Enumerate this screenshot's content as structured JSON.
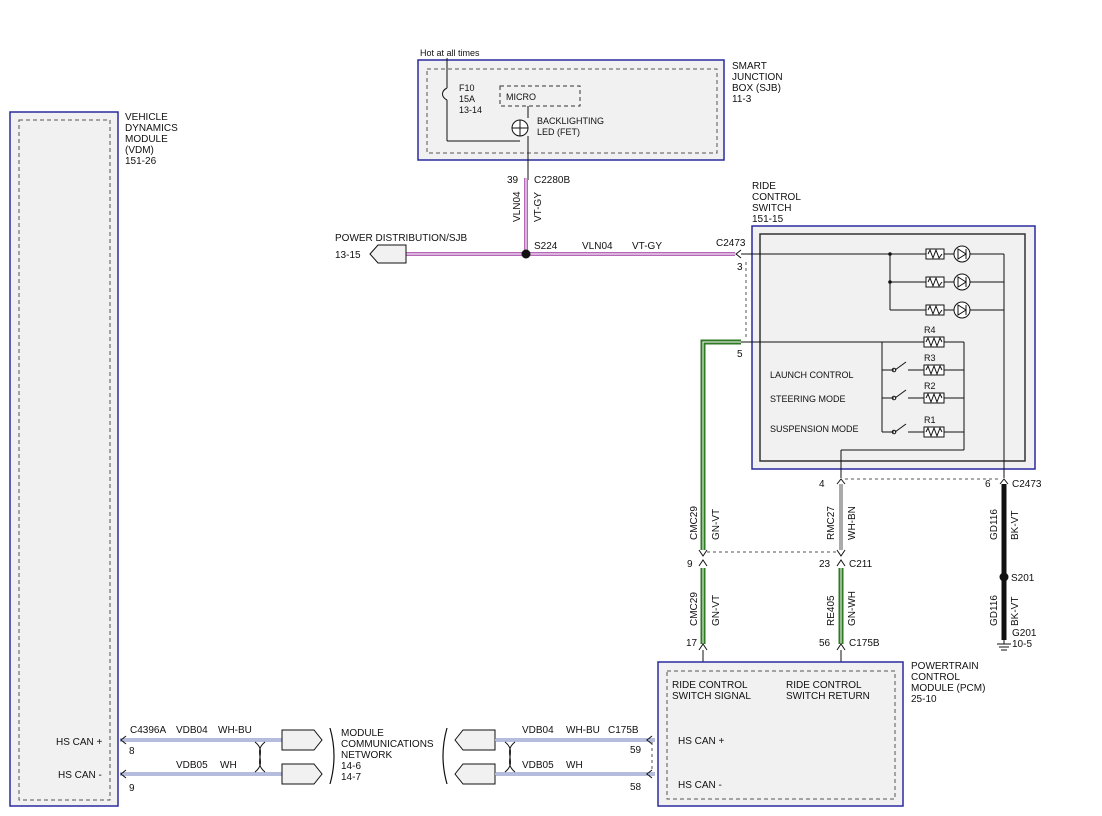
{
  "colors": {
    "violet_gray_wire": "#b569b8",
    "green_wire": "#2f7a23",
    "black_wire": "#111111",
    "module_border": "#2a2aa0",
    "module_fill": "#f1f1f1",
    "harness": "#6c79b8"
  },
  "sjb": {
    "supply": "Hot at all times",
    "fuse": "F10",
    "fuse_rating": "15A",
    "fuse_ref": "13-14",
    "micro": "MICRO",
    "led_line1": "BACKLIGHTING",
    "led_line2": "LED (FET)",
    "title": [
      "SMART",
      "JUNCTION",
      "BOX (SJB)",
      "11-3"
    ],
    "pin": "39",
    "connector": "C2280B"
  },
  "vdm": {
    "title": [
      "VEHICLE",
      "DYNAMICS",
      "MODULE",
      "(VDM)",
      "151-26"
    ],
    "hs_can_plus": "HS CAN +",
    "hs_can_minus": "HS CAN -",
    "pin_plus": "8",
    "pin_minus": "9"
  },
  "power": {
    "label": "POWER DISTRIBUTION/SJB",
    "ref": "13-15",
    "vertical_circuit": "VLN04",
    "vertical_color": "VT-GY",
    "splice": "S224",
    "circuit": "VLN04",
    "wire_color": "VT-GY"
  },
  "switch": {
    "title": [
      "RIDE",
      "CONTROL",
      "SWITCH",
      "151-15"
    ],
    "connector": "C2473",
    "pin_power": "3",
    "pin_signal": "5",
    "pin_return": "4",
    "pin_ground": "6",
    "connector_bottom": "C2473",
    "r4": "R4",
    "r3": "R3",
    "r2": "R2",
    "r1": "R1",
    "launch": "LAUNCH CONTROL",
    "steering": "STEERING MODE",
    "suspension": "SUSPENSION MODE"
  },
  "wires": {
    "signal_upper_circuit": "CMC29",
    "signal_upper_color": "GN-VT",
    "return_upper_circuit": "RMC27",
    "return_upper_color": "WH-BN",
    "ground_upper_circuit": "GD116",
    "ground_upper_color": "BK-VT",
    "c211_pin_signal": "9",
    "c211_pin_return": "23",
    "c211": "C211",
    "signal_lower_circuit": "CMC29",
    "signal_lower_color": "GN-VT",
    "return_lower_circuit": "RE405",
    "return_lower_color": "GN-WH",
    "splice_ground": "S201",
    "ground_lower_circuit": "GD116",
    "ground_lower_color": "BK-VT",
    "ground_point": "G201",
    "ground_ref": "10-5",
    "pcm_pin_signal": "17",
    "pcm_pin_return": "56",
    "c175b": "C175B"
  },
  "pcm": {
    "title": [
      "POWERTRAIN",
      "CONTROL",
      "MODULE (PCM)",
      "25-10"
    ],
    "signal_line1": "RIDE CONTROL",
    "signal_line2": "SWITCH SIGNAL",
    "return_line1": "RIDE CONTROL",
    "return_line2": "SWITCH RETURN",
    "hs_can_plus": "HS CAN +",
    "hs_can_minus": "HS CAN -",
    "pin_plus": "59",
    "pin_minus": "58",
    "connector": "C175B"
  },
  "network": {
    "vdm_connector": "C4396A",
    "vdm_circuit_plus": "VDB04",
    "vdm_color_plus": "WH-BU",
    "vdm_circuit_minus": "VDB05",
    "vdm_color_minus": "WH",
    "label": [
      "MODULE",
      "COMMUNICATIONS",
      "NETWORK"
    ],
    "ref1": "14-6",
    "ref2": "14-7",
    "pcm_circuit_plus": "VDB04",
    "pcm_color_plus": "WH-BU",
    "pcm_circuit_minus": "VDB05",
    "pcm_color_minus": "WH"
  }
}
